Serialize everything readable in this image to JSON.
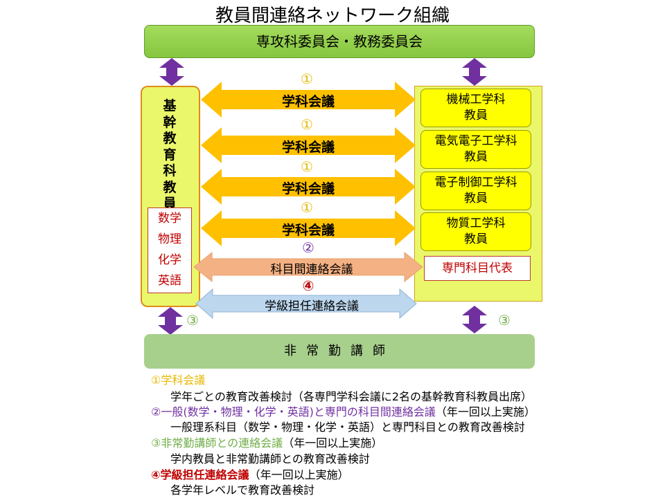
{
  "title": "教員間連絡ネットワーク組織",
  "top_bar": "専攻科委員会・教務委員会",
  "bottom_bar": "非常勤講師",
  "left_panel": {
    "label": [
      "基",
      "幹",
      "教",
      "育",
      "科",
      "教",
      "員"
    ],
    "subjects": [
      "数学",
      "物理",
      "化学",
      "英語"
    ]
  },
  "right_panel": {
    "departments": [
      {
        "line1": "機械工学科",
        "line2": "教員"
      },
      {
        "line1": "電気電子工学科",
        "line2": "教員"
      },
      {
        "line1": "電子制御工学科",
        "line2": "教員"
      },
      {
        "line1": "物質工学科",
        "line2": "教員"
      }
    ],
    "representative": "専門科目代表"
  },
  "arrows": {
    "gakka": {
      "number": "①",
      "label": "学科会議"
    },
    "kamoku": {
      "number": "②",
      "label": "科目間連絡会議"
    },
    "hijokin": {
      "number": "③"
    },
    "gakkyu": {
      "number": "④",
      "label": "学級担任連絡会議"
    }
  },
  "legend": [
    {
      "heading": "①学科会議",
      "suffix": "",
      "desc": "学年ごとの教育改善検討（各専門学科会議に2名の基幹教育科教員出席）",
      "color": "#e6b800"
    },
    {
      "heading": "②一般(数学・物理・化学・英語)と専門の科目間連絡会議",
      "suffix": "（年一回以上実施）",
      "desc": "一般理系科目（数学・物理・化学・英語）と専門科目との教育改善検討",
      "color": "#7030a0"
    },
    {
      "heading": "③非常勤講師との連絡会議",
      "suffix": "（年一回以上実施）",
      "desc": "学内教員と非常勤講師との教育改善検討",
      "color": "#70ad47"
    },
    {
      "heading": "④学級担任連絡会議",
      "suffix": "（年一回以上実施）",
      "desc": "各学年レベルで教育改善検討",
      "color": "#c00000"
    }
  ],
  "colors": {
    "top_bar": "#92d050",
    "bottom_bar": "#a8d08d",
    "orange_arrow": "#ffc000",
    "salmon_arrow": "#f4b183",
    "blue_arrow": "#bdd7ee",
    "purple_arrow": "#7030a0",
    "yellow_box": "#ffff00",
    "panel": "#eaf76b"
  }
}
